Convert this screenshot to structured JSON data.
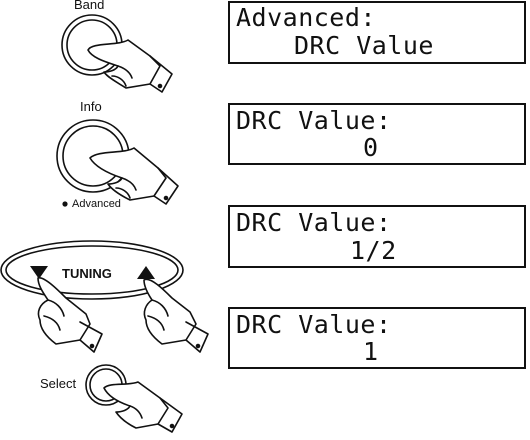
{
  "buttons": {
    "band_label": "Band",
    "info_label": "Info",
    "advanced_label": "Advanced",
    "tuning_label": "TUNING",
    "select_label": "Select"
  },
  "displays": [
    {
      "line1": "Advanced:",
      "line2": "DRC Value"
    },
    {
      "line1": "DRC Value:",
      "line2": "0"
    },
    {
      "line1": "DRC Value:",
      "line2": "1/2"
    },
    {
      "line1": "DRC Value:",
      "line2": "1"
    }
  ]
}
